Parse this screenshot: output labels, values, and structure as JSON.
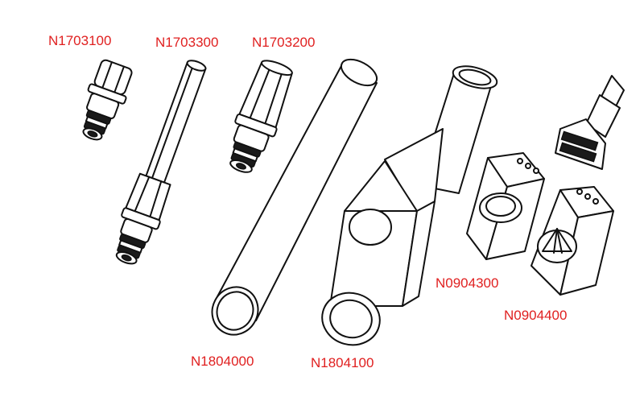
{
  "label_color": "#e02020",
  "parts": [
    {
      "code": "N1703100"
    },
    {
      "code": "N1703300"
    },
    {
      "code": "N1703200"
    },
    {
      "code": "N1804000"
    },
    {
      "code": "N1804100"
    },
    {
      "code": "N0904300"
    },
    {
      "code": "N0904400"
    }
  ]
}
